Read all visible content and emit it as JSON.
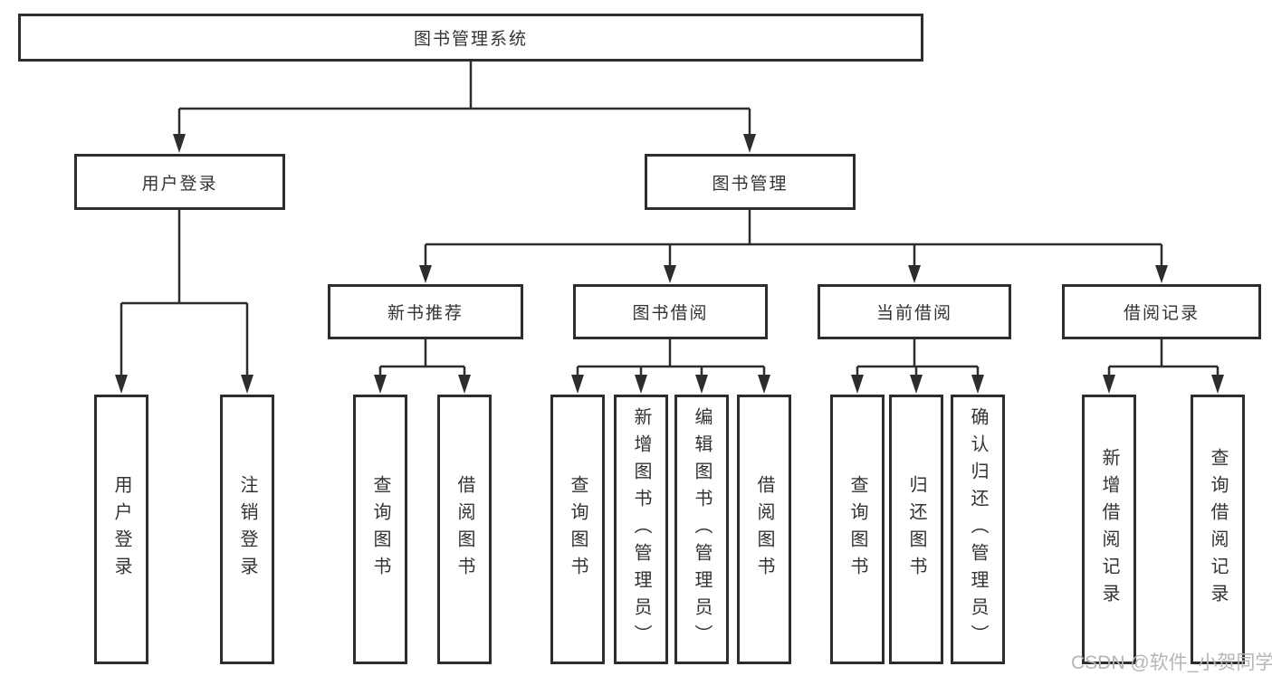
{
  "tree": {
    "label": "图书管理系统",
    "children": [
      {
        "label": "用户登录",
        "children": [
          {
            "label": "用户登录"
          },
          {
            "label": "注销登录"
          }
        ]
      },
      {
        "label": "图书管理",
        "children": [
          {
            "label": "新书推荐",
            "children": [
              {
                "label": "查询图书"
              },
              {
                "label": "借阅图书"
              }
            ]
          },
          {
            "label": "图书借阅",
            "children": [
              {
                "label": "查询图书"
              },
              {
                "label": "新增图书（管理员）"
              },
              {
                "label": "编辑图书（管理员）"
              },
              {
                "label": "借阅图书"
              }
            ]
          },
          {
            "label": "当前借阅",
            "children": [
              {
                "label": "查询图书"
              },
              {
                "label": "归还图书"
              },
              {
                "label": "确认归还（管理员）"
              }
            ]
          },
          {
            "label": "借阅记录",
            "children": [
              {
                "label": "新增借阅记录"
              },
              {
                "label": "查询借阅记录"
              }
            ]
          }
        ]
      }
    ]
  },
  "watermark": {
    "text": "CSDN @软件_小贺同学"
  },
  "colors": {
    "line": "#2d2d2d",
    "text": "#333333",
    "watermark": "#b5b5b5",
    "background": "#ffffff"
  }
}
